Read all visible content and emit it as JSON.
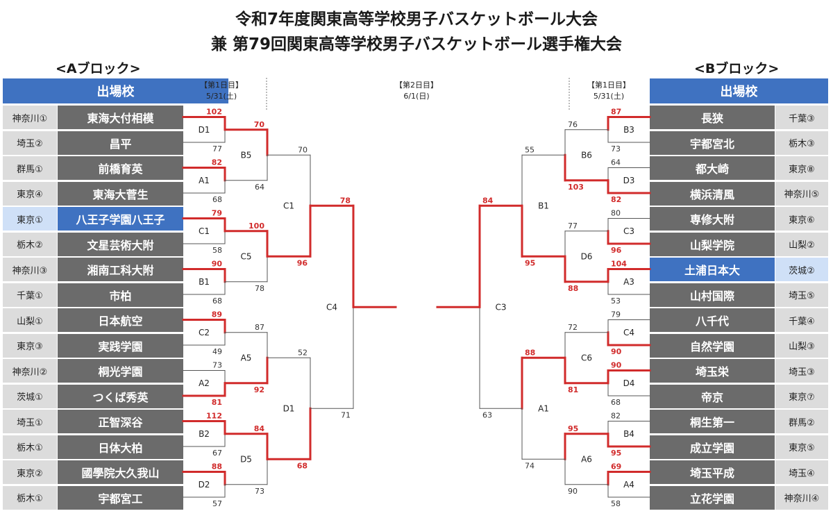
{
  "title_line1": "令和7年度関東高等学校男子バスケットボール大会",
  "title_line2": "兼 第79回関東高等学校男子バスケットボール選手権大会",
  "block_a_label": "<Aブロック>",
  "block_b_label": "<Bブロック>",
  "schools_header": "出場校",
  "day1": {
    "label": "【第1日目】",
    "date": "5/31(土)"
  },
  "day2": {
    "label": "【第2日目】",
    "date": "6/1(日)"
  },
  "colors": {
    "header": "#3f72c1",
    "school_cell": "#6b6b6b",
    "pref_cell": "#dcdcdc",
    "highlight_pref": "#cfe0f7",
    "win_line": "#d12b2b",
    "lose_line": "#555555"
  },
  "block_a": [
    {
      "pref": "神奈川①",
      "school": "東海大付相模"
    },
    {
      "pref": "埼玉②",
      "school": "昌平"
    },
    {
      "pref": "群馬①",
      "school": "前橋育英"
    },
    {
      "pref": "東京④",
      "school": "東海大菅生"
    },
    {
      "pref": "東京①",
      "school": "八王子学園八王子",
      "highlight": true
    },
    {
      "pref": "栃木②",
      "school": "文星芸術大附"
    },
    {
      "pref": "神奈川③",
      "school": "湘南工科大附"
    },
    {
      "pref": "千葉①",
      "school": "市柏"
    },
    {
      "pref": "山梨①",
      "school": "日本航空"
    },
    {
      "pref": "東京③",
      "school": "実践学園"
    },
    {
      "pref": "神奈川②",
      "school": "桐光学園"
    },
    {
      "pref": "茨城①",
      "school": "つくば秀英"
    },
    {
      "pref": "埼玉①",
      "school": "正智深谷"
    },
    {
      "pref": "栃木①",
      "school": "日体大柏"
    },
    {
      "pref": "東京②",
      "school": "國學院大久我山"
    },
    {
      "pref": "栃木①",
      "school": "宇都宮工"
    }
  ],
  "block_b": [
    {
      "pref": "千葉③",
      "school": "長狭"
    },
    {
      "pref": "栃木③",
      "school": "宇都宮北"
    },
    {
      "pref": "東京⑧",
      "school": "都大崎"
    },
    {
      "pref": "神奈川⑤",
      "school": "横浜清風"
    },
    {
      "pref": "東京⑥",
      "school": "専修大附"
    },
    {
      "pref": "山梨②",
      "school": "山梨学院"
    },
    {
      "pref": "茨城②",
      "school": "土浦日本大",
      "highlight": true
    },
    {
      "pref": "埼玉⑤",
      "school": "山村国際"
    },
    {
      "pref": "千葉④",
      "school": "八千代"
    },
    {
      "pref": "山梨③",
      "school": "自然学園"
    },
    {
      "pref": "埼玉③",
      "school": "埼玉栄"
    },
    {
      "pref": "東京⑦",
      "school": "帝京"
    },
    {
      "pref": "群馬②",
      "school": "桐生第一"
    },
    {
      "pref": "東京⑤",
      "school": "成立学園"
    },
    {
      "pref": "埼玉④",
      "school": "埼玉平成"
    },
    {
      "pref": "神奈川④",
      "school": "立花学園"
    }
  ],
  "rounds": {
    "a_r1": [
      {
        "code": "D1",
        "top": "102",
        "bottom": "77",
        "winner": "top"
      },
      {
        "code": "A1",
        "top": "82",
        "bottom": "68",
        "winner": "top"
      },
      {
        "code": "C1",
        "top": "79",
        "bottom": "58",
        "winner": "top"
      },
      {
        "code": "B1",
        "top": "90",
        "bottom": "68",
        "winner": "top"
      },
      {
        "code": "C2",
        "top": "89",
        "bottom": "49",
        "winner": "top"
      },
      {
        "code": "A2",
        "top": "73",
        "bottom": "81",
        "winner": "bottom"
      },
      {
        "code": "B2",
        "top": "112",
        "bottom": "67",
        "winner": "top"
      },
      {
        "code": "D2",
        "top": "88",
        "bottom": "57",
        "winner": "top"
      }
    ],
    "a_r2": [
      {
        "code": "B5",
        "top": "70",
        "bottom": "64",
        "winner": "top"
      },
      {
        "code": "C5",
        "top": "100",
        "bottom": "78",
        "winner": "top"
      },
      {
        "code": "A5",
        "top": "87",
        "bottom": "92",
        "winner": "bottom"
      },
      {
        "code": "D5",
        "top": "84",
        "bottom": "73",
        "winner": "top"
      }
    ],
    "a_r3": [
      {
        "code": "C1",
        "top": "70",
        "bottom": "96",
        "winner": "bottom"
      },
      {
        "code": "D1",
        "top": "52",
        "bottom": "68",
        "winner": "bottom"
      }
    ],
    "a_r4": {
      "code": "C4",
      "top": "78",
      "bottom": "71",
      "winner": "top"
    },
    "b_r1": [
      {
        "code": "B3",
        "top": "87",
        "bottom": "73",
        "winner": "top"
      },
      {
        "code": "D3",
        "top": "64",
        "bottom": "82",
        "winner": "bottom"
      },
      {
        "code": "C3",
        "top": "80",
        "bottom": "96",
        "winner": "bottom"
      },
      {
        "code": "A3",
        "top": "104",
        "bottom": "53",
        "winner": "top"
      },
      {
        "code": "C4",
        "top": "79",
        "bottom": "90",
        "winner": "bottom"
      },
      {
        "code": "D4",
        "top": "90",
        "bottom": "68",
        "winner": "top"
      },
      {
        "code": "B4",
        "top": "82",
        "bottom": "95",
        "winner": "bottom"
      },
      {
        "code": "A4",
        "top": "69",
        "bottom": "58",
        "winner": "top"
      }
    ],
    "b_r2": [
      {
        "code": "B6",
        "top": "76",
        "bottom": "103",
        "winner": "bottom"
      },
      {
        "code": "D6",
        "top": "77",
        "bottom": "88",
        "winner": "bottom"
      },
      {
        "code": "C6",
        "top": "72",
        "bottom": "81",
        "winner": "bottom"
      },
      {
        "code": "A6",
        "top": "95",
        "bottom": "90",
        "winner": "top"
      }
    ],
    "b_r3": [
      {
        "code": "B1",
        "top": "55",
        "bottom": "95",
        "winner": "bottom"
      },
      {
        "code": "A1",
        "top": "88",
        "bottom": "74",
        "winner": "top"
      }
    ],
    "b_r4": {
      "code": "C3",
      "top": "84",
      "bottom": "63",
      "winner": "top"
    }
  }
}
